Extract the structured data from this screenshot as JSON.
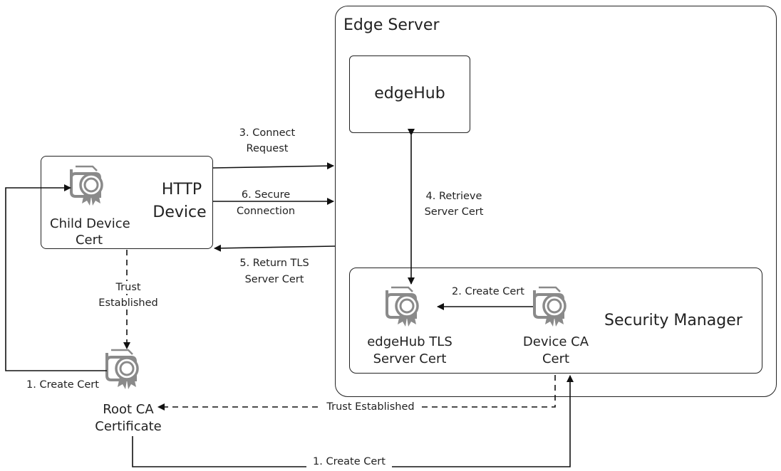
{
  "edge_server": {
    "title": "Edge Server"
  },
  "edgehub": {
    "label": "edgeHub"
  },
  "http_device": {
    "label_line1": "HTTP",
    "label_line2": "Device"
  },
  "child_cert": {
    "label_line1": "Child Device",
    "label_line2": "Cert"
  },
  "root_ca": {
    "label_line1": "Root CA",
    "label_line2": "Certificate"
  },
  "security_manager": {
    "label": "Security Manager"
  },
  "edgehub_tls_cert": {
    "label_line1": "edgeHub TLS",
    "label_line2": "Server Cert"
  },
  "device_ca_cert": {
    "label_line1": "Device CA",
    "label_line2": "Cert"
  },
  "steps": {
    "connect_request_1": "3. Connect",
    "connect_request_2": "Request",
    "secure_connection_1": "6. Secure",
    "secure_connection_2": "Connection",
    "return_tls_1": "5. Return TLS",
    "return_tls_2": "Server Cert",
    "retrieve_cert_1": "4. Retrieve",
    "retrieve_cert_2": "Server Cert",
    "create_cert_2": "2. Create Cert",
    "trust_device_1": "Trust",
    "trust_device_2": "Established",
    "create_cert_child": "1. Create Cert",
    "trust_edge": "Trust Established",
    "create_cert_device_ca": "1. Create Cert"
  }
}
